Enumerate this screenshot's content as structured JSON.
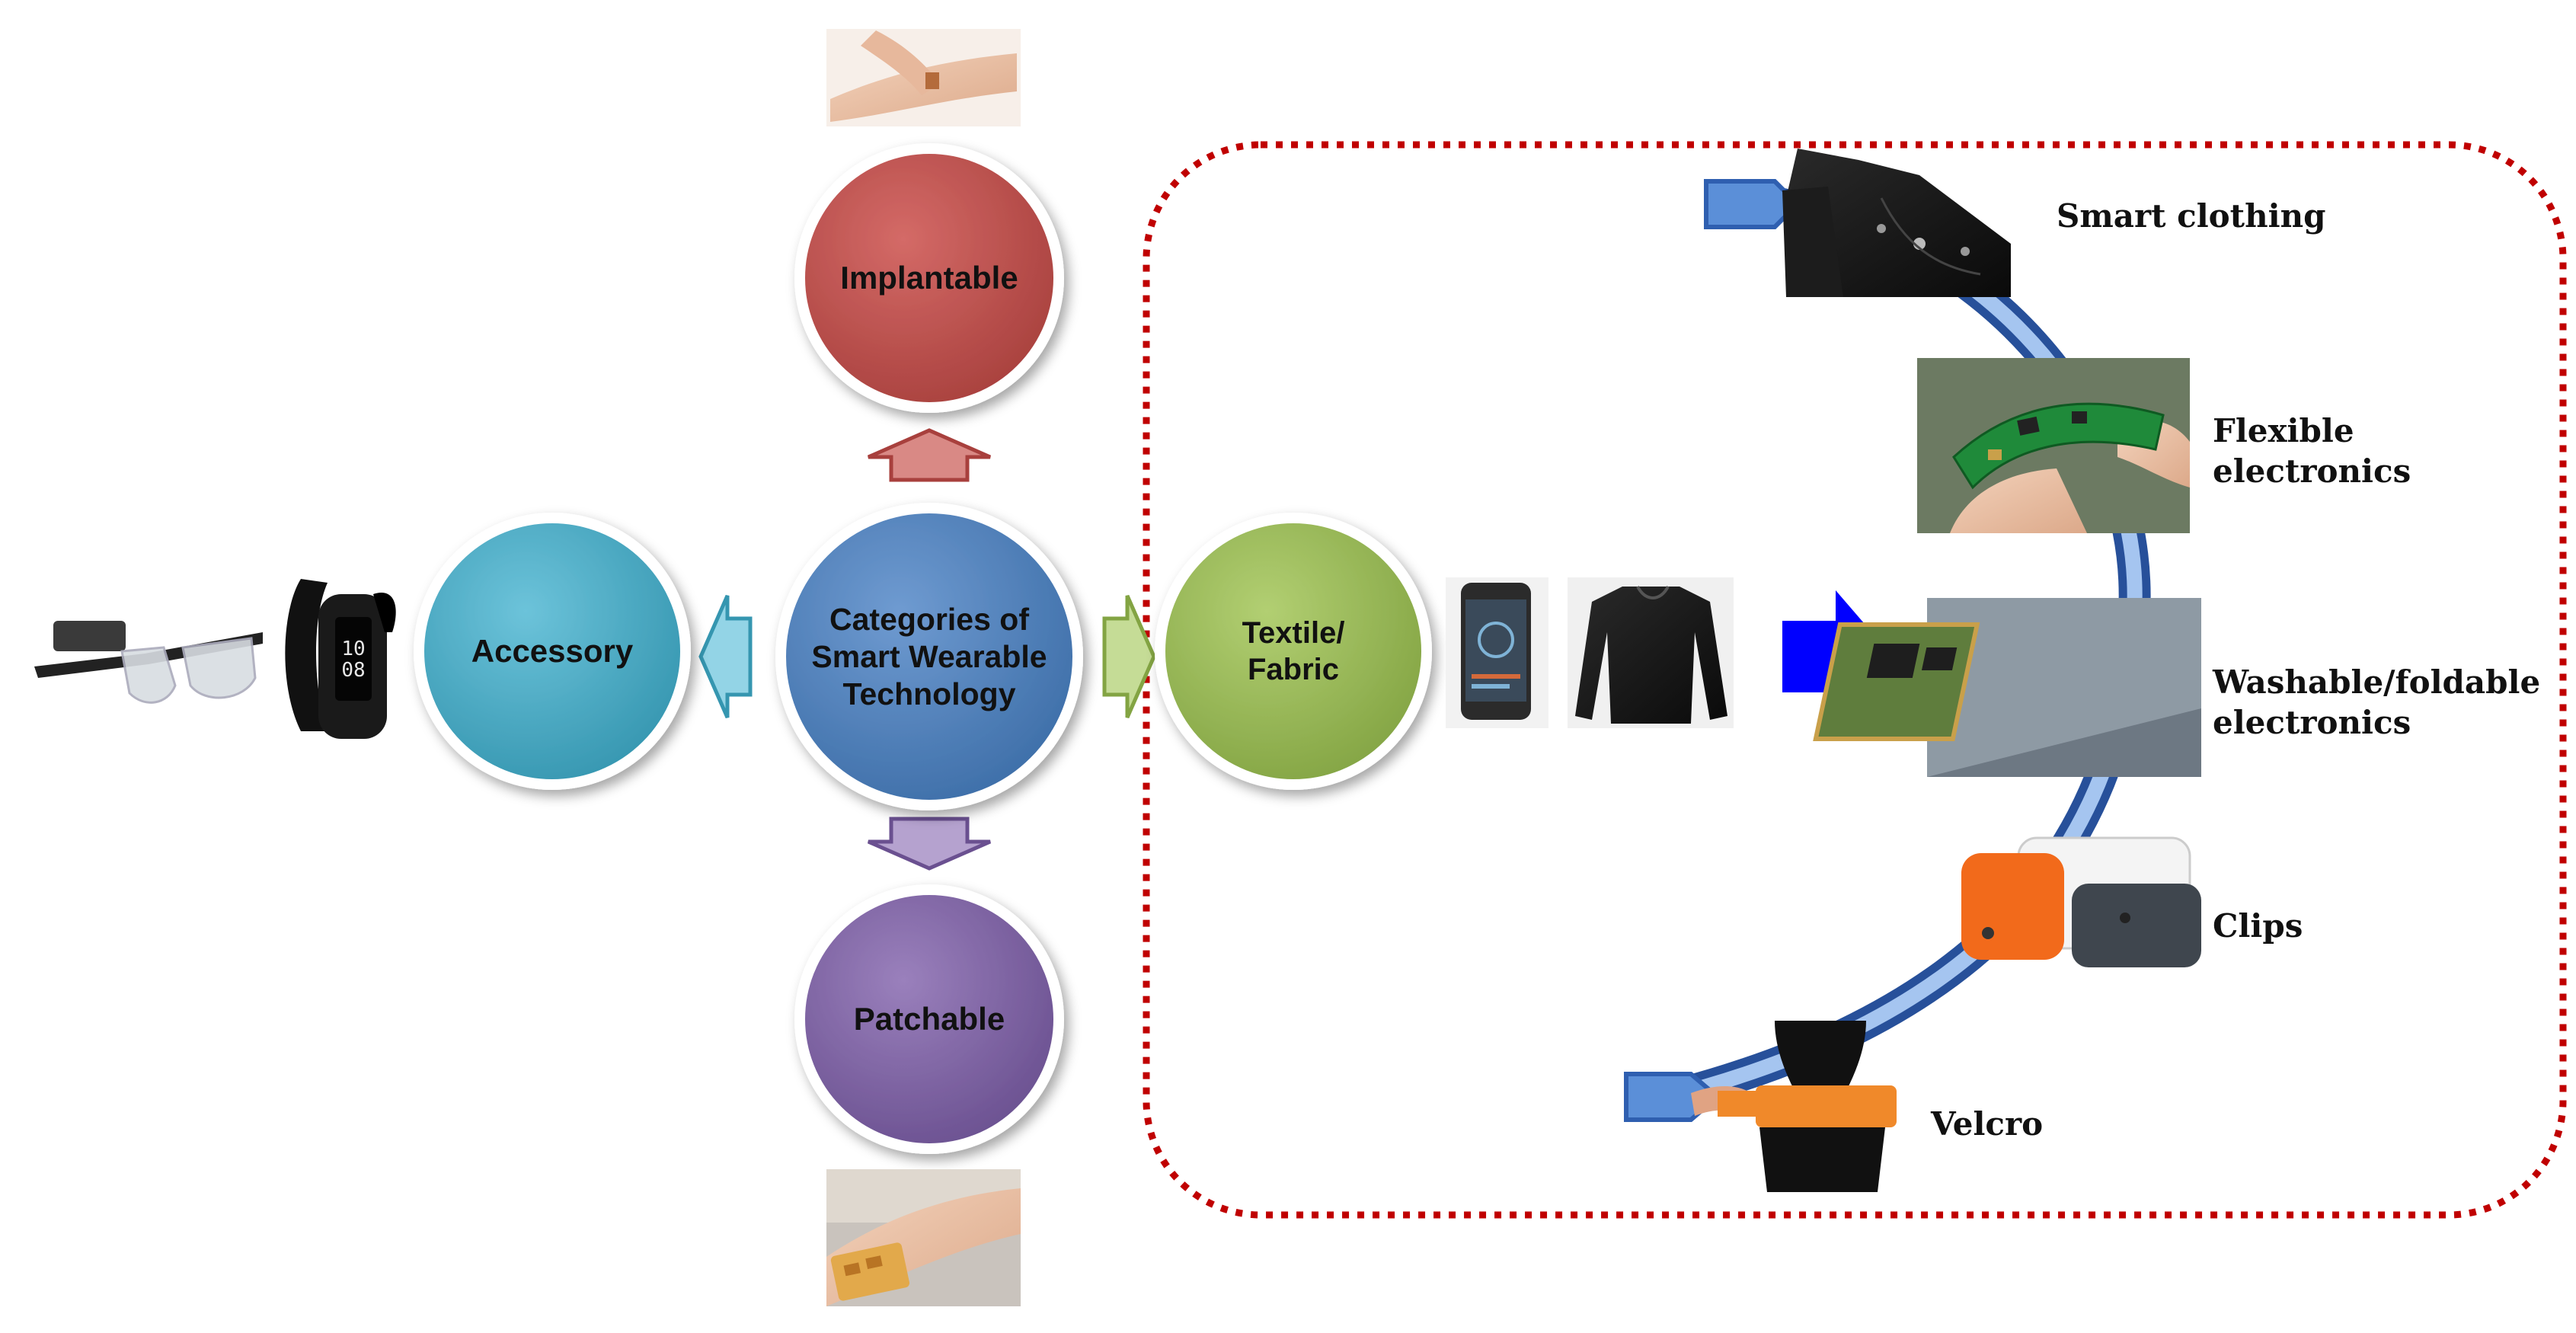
{
  "categories": {
    "center": {
      "label": "Categories of Smart Wearable Technology"
    },
    "implantable": {
      "label": "Implantable"
    },
    "accessory": {
      "label": "Accessory"
    },
    "patchable": {
      "label": "Patchable"
    },
    "textile": {
      "label": "Textile/ Fabric"
    }
  },
  "textile_types": [
    {
      "label": "Smart clothing"
    },
    {
      "label": "Flexible electronics"
    },
    {
      "label": "Washable/foldable electronics"
    },
    {
      "label": "Clips"
    },
    {
      "label": "Velcro"
    }
  ],
  "colors": {
    "center": "#4f81bd",
    "implantable": "#c0504d",
    "accessory": "#4bacc6",
    "patchable": "#8064a2",
    "textile": "#9bbb59",
    "dashed_border": "#c00000",
    "flow_arrow": "#0000ff"
  },
  "icons": [
    "finger-chip-photo",
    "wrist-patch-photo",
    "smart-glasses-photo",
    "fitness-band-photo",
    "smartphone-app-photo",
    "compression-shirt-photo",
    "smart-clothing-photo",
    "flexible-circuit-photo",
    "textile-chip-photo",
    "clip-sensor-photo",
    "velcro-belt-photo"
  ]
}
